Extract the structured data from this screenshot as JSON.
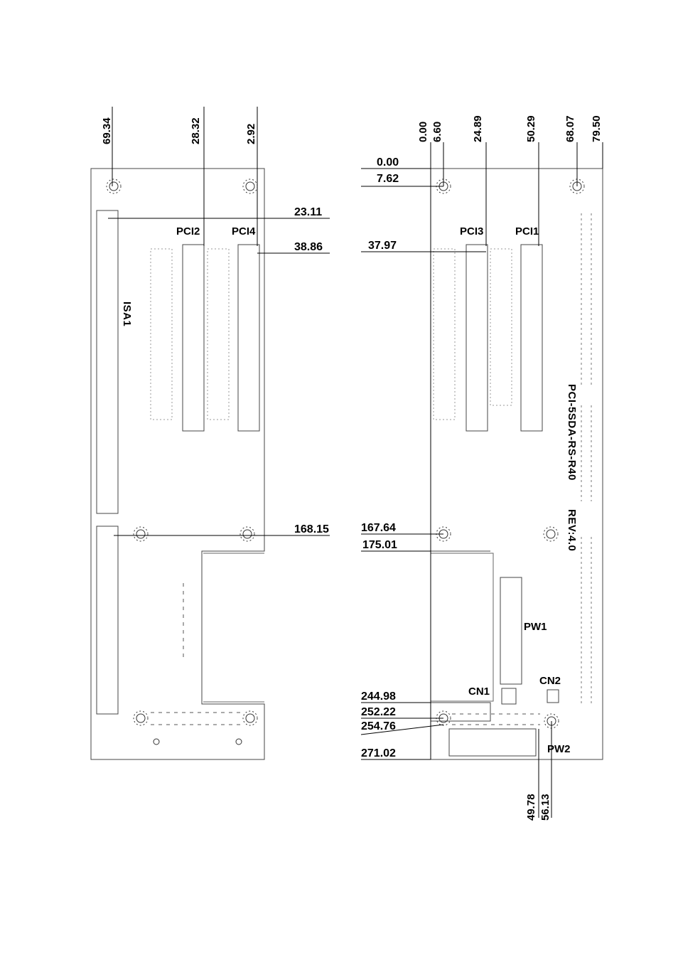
{
  "left_board": {
    "top_dims": [
      "69.34",
      "28.32",
      "2.92"
    ],
    "side_dims": [
      "23.11",
      "38.86",
      "168.15"
    ],
    "labels": {
      "isa": "ISA1",
      "pci_a": "PCI2",
      "pci_b": "PCI4"
    }
  },
  "right_board": {
    "top_dims": [
      "0.00",
      "6.60",
      "24.89",
      "50.29",
      "68.07",
      "79.50"
    ],
    "side_dims": [
      "0.00",
      "7.62",
      "37.97",
      "167.64",
      "175.01",
      "244.98",
      "252.22",
      "254.76",
      "271.02"
    ],
    "bottom_dims": [
      "49.78",
      "56.13"
    ],
    "labels": {
      "pci_a": "PCI3",
      "pci_b": "PCI1",
      "model": "PCI-5SDA-RS-R40",
      "rev": "REV:4.0",
      "pw1": "PW1",
      "cn2": "CN2",
      "cn1": "CN1",
      "pw2": "PW2"
    }
  }
}
